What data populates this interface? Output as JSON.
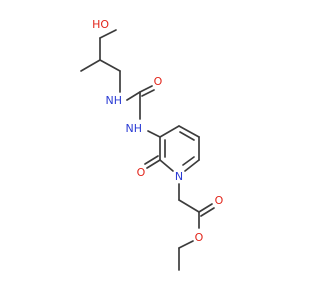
{
  "atoms": {
    "oh": "HO",
    "nh_amine": "NH",
    "o_urea": "O",
    "nh_amide": "NH",
    "o_ring": "O",
    "n_ring": "N",
    "o_carbonyl": "O",
    "o_ester": "O"
  },
  "colors": {
    "bond": "#3c3c3c",
    "oxygen": "#e2251b",
    "nitrogen": "#2a3bd4"
  }
}
